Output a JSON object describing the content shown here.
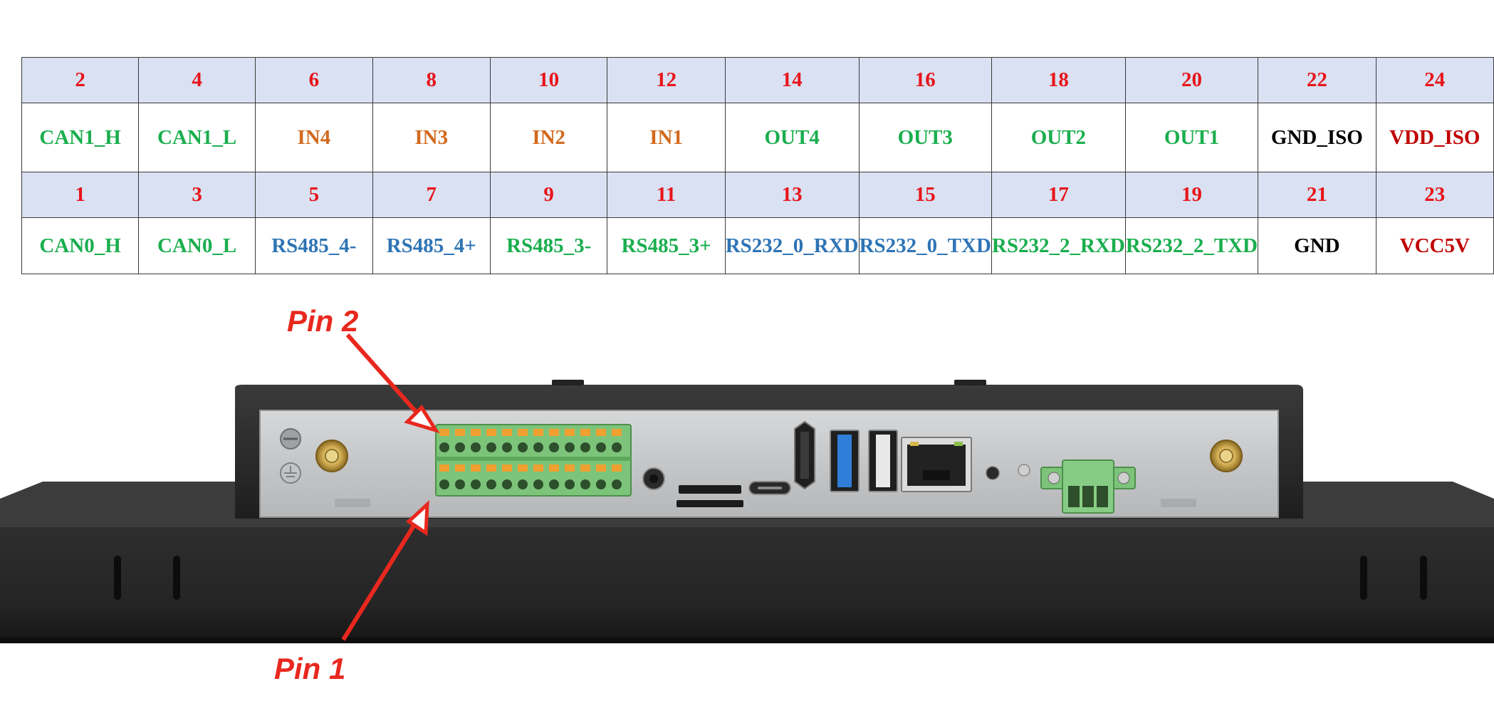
{
  "pin_table": {
    "top_numbers": [
      "2",
      "4",
      "6",
      "8",
      "10",
      "12",
      "14",
      "16",
      "18",
      "20",
      "22",
      "24"
    ],
    "top_signals": [
      {
        "label": "CAN1_H",
        "color": "#1aae4e"
      },
      {
        "label": "CAN1_L",
        "color": "#1aae4e"
      },
      {
        "label": "IN4",
        "color": "#d2691e"
      },
      {
        "label": "IN3",
        "color": "#d2691e"
      },
      {
        "label": "IN2",
        "color": "#d2691e"
      },
      {
        "label": "IN1",
        "color": "#d2691e"
      },
      {
        "label": "OUT4",
        "color": "#1aae4e"
      },
      {
        "label": "OUT3",
        "color": "#1aae4e"
      },
      {
        "label": "OUT2",
        "color": "#1aae4e"
      },
      {
        "label": "OUT1",
        "color": "#1aae4e"
      },
      {
        "label": "GND_ISO",
        "color": "#000000"
      },
      {
        "label": "VDD_ISO",
        "color": "#c00000"
      }
    ],
    "bottom_numbers": [
      "1",
      "3",
      "5",
      "7",
      "9",
      "11",
      "13",
      "15",
      "17",
      "19",
      "21",
      "23"
    ],
    "bottom_signals": [
      {
        "label": "CAN0_H",
        "color": "#1aae4e"
      },
      {
        "label": "CAN0_L",
        "color": "#1aae4e"
      },
      {
        "label": "RS485_4-",
        "color": "#2e74b5"
      },
      {
        "label": "RS485_4+",
        "color": "#2e74b5"
      },
      {
        "label": "RS485_3-",
        "color": "#1aae4e"
      },
      {
        "label": "RS485_3+",
        "color": "#1aae4e"
      },
      {
        "label": "RS232_0_RXD",
        "color": "#2e74b5"
      },
      {
        "label": "RS232_0_TXD",
        "color": "#2e74b5"
      },
      {
        "label": "RS232_2_RXD",
        "color": "#1aae4e"
      },
      {
        "label": "RS232_2_TXD",
        "color": "#1aae4e"
      },
      {
        "label": "GND",
        "color": "#000000"
      },
      {
        "label": "VCC5V",
        "color": "#c00000"
      }
    ]
  },
  "callouts": {
    "pin2": "Pin 2",
    "pin1": "Pin 1"
  },
  "colors": {
    "header_bg": "#d9e1f2",
    "number_red": "#e8141a",
    "callout_red": "#e8281e",
    "panel_steel": "#c8cacc",
    "chassis": "#2b2b2b",
    "terminal_green": "#7cc47a",
    "terminal_orange": "#f0a030",
    "usb3_blue": "#2f7fd8"
  }
}
